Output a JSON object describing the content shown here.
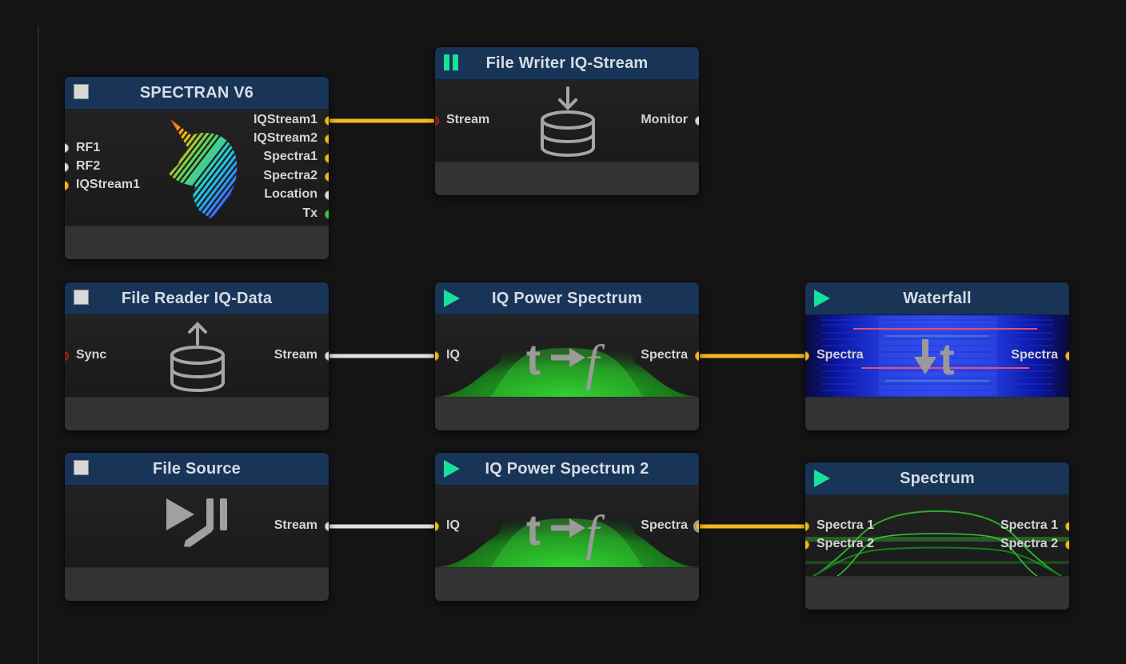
{
  "colors": {
    "background": "#141414",
    "header": "#183457",
    "footer": "#333333",
    "port_stream": "#f4b91f",
    "port_idle": "#dedede",
    "port_input_sync": "#7c1616",
    "port_tx": "#3ec73e",
    "run_icon": "#17e29a",
    "wire_active": "#f4b91f",
    "wire_idle": "#e0e0e0"
  },
  "nodes": {
    "spectran": {
      "title": "SPECTRAN V6",
      "control": "stop-square",
      "icon": "rainbow-unicorn-logo",
      "inputs": [
        "RF1",
        "RF2",
        "IQStream1"
      ],
      "outputs": [
        "IQStream1",
        "IQStream2",
        "Spectra1",
        "Spectra2",
        "Location",
        "Tx"
      ]
    },
    "file_writer": {
      "title": "File Writer IQ-Stream",
      "control": "pause",
      "icon": "database-download-icon",
      "inputs": [
        "Stream"
      ],
      "outputs": [
        "Monitor"
      ]
    },
    "file_reader": {
      "title": "File Reader IQ-Data",
      "control": "stop-square",
      "icon": "database-upload-icon",
      "inputs": [
        "Sync"
      ],
      "outputs": [
        "Stream"
      ]
    },
    "iq_power_1": {
      "title": "IQ Power Spectrum",
      "control": "play",
      "icon": "time-to-frequency-icon",
      "icon_text": [
        "t",
        "f"
      ],
      "inputs": [
        "IQ"
      ],
      "outputs": [
        "Spectra"
      ]
    },
    "waterfall": {
      "title": "Waterfall",
      "control": "play",
      "icon": "arrow-down-time-icon",
      "icon_text": "t",
      "inputs": [
        "Spectra"
      ],
      "outputs": [
        "Spectra"
      ]
    },
    "file_source": {
      "title": "File Source",
      "control": "stop-square",
      "icon": "play-pause-edit-icon",
      "inputs": [],
      "outputs": [
        "Stream"
      ]
    },
    "iq_power_2": {
      "title": "IQ Power Spectrum 2",
      "control": "play",
      "icon": "time-to-frequency-icon",
      "icon_text": [
        "t",
        "f"
      ],
      "inputs": [
        "IQ"
      ],
      "outputs": [
        "Spectra"
      ]
    },
    "spectrum": {
      "title": "Spectrum",
      "control": "play",
      "icon": "spectrum-preview",
      "inputs": [
        "Spectra 1",
        "Spectra 2"
      ],
      "outputs": [
        "Spectra 1",
        "Spectra 2"
      ]
    }
  }
}
